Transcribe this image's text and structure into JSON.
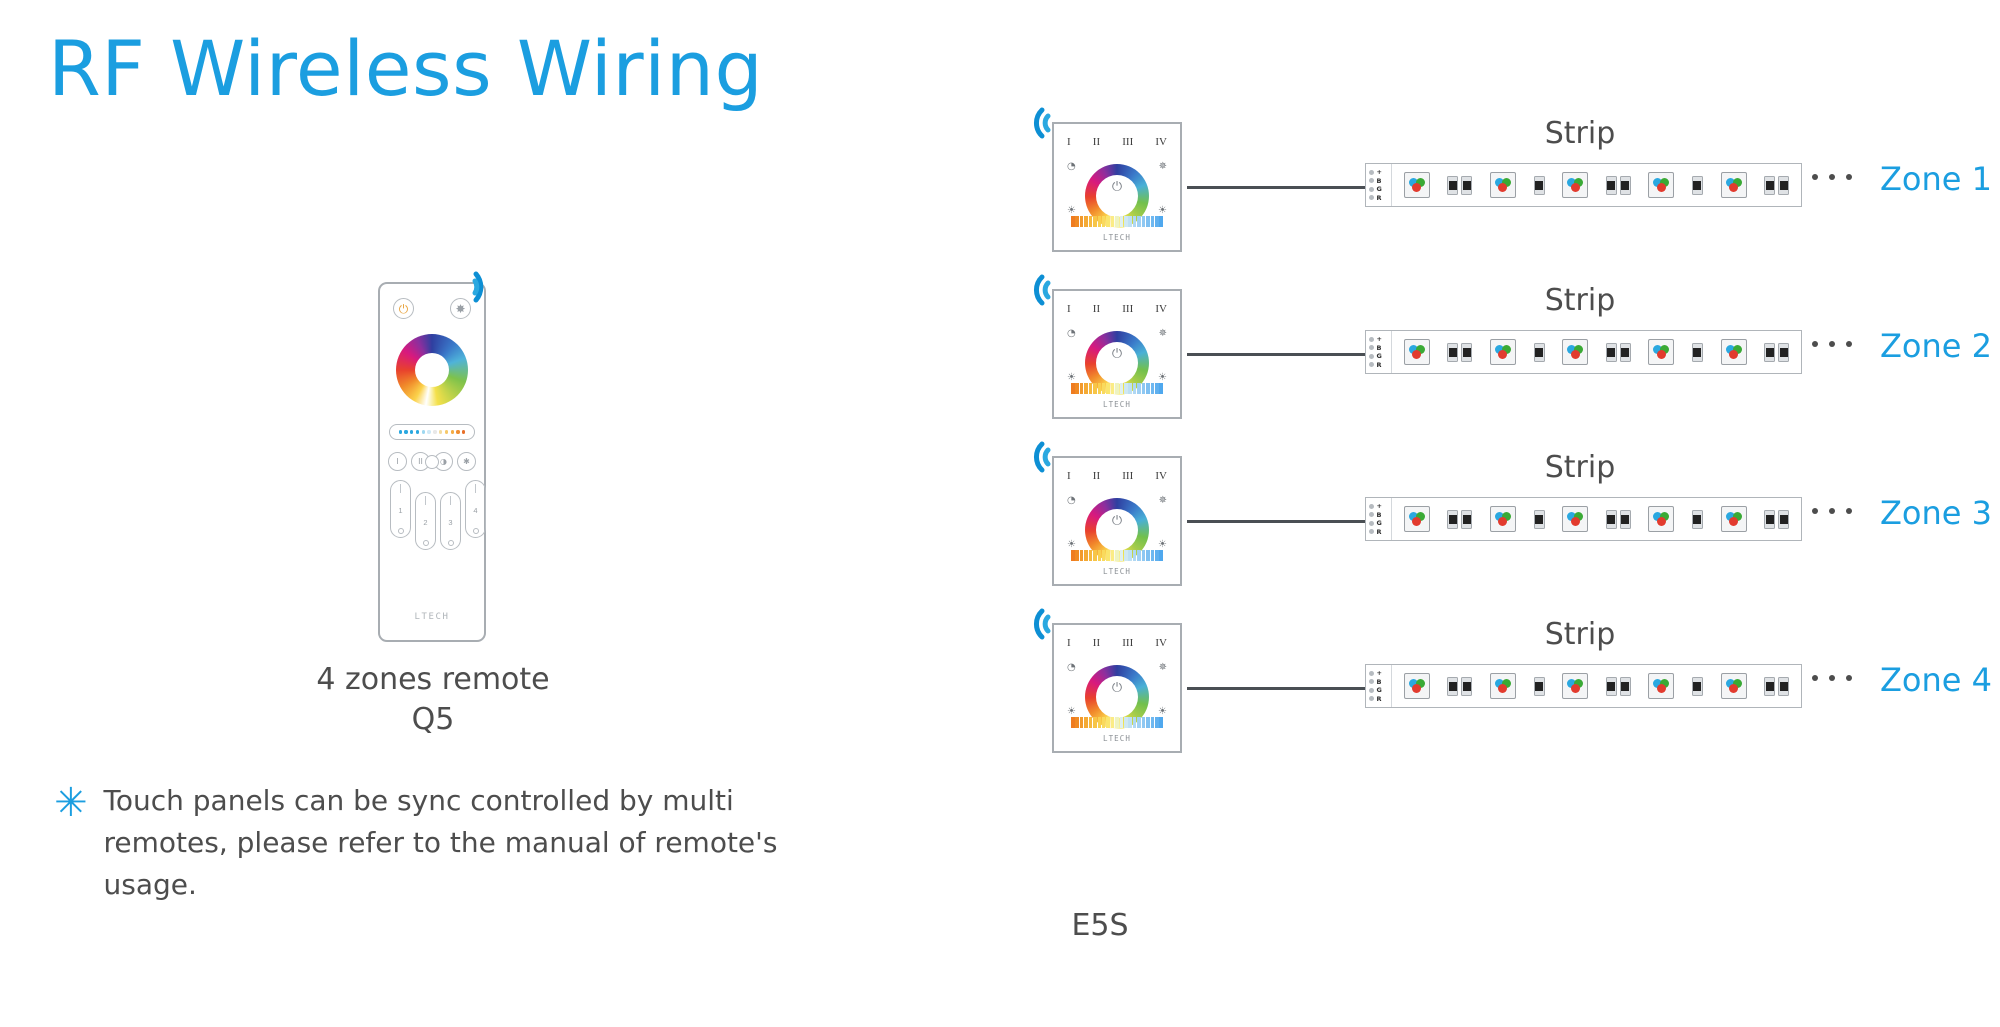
{
  "title": "RF Wireless Wiring",
  "accent_color": "#1b9ee0",
  "text_color": "#4d4d4d",
  "remote": {
    "caption": "4 zones remote",
    "model": "Q5",
    "brand": "LTECH",
    "power_icon": "power-icon",
    "settings_icon": "gear-icon",
    "rf_icon": "rf-signal-icon",
    "mode_buttons": [
      "I",
      "II",
      "◑",
      "✱"
    ],
    "zone_buttons": [
      "1",
      "2",
      "3",
      "4"
    ],
    "slider_dots": [
      "#2aa8e0",
      "#2aa8e0",
      "#2aa8e0",
      "#2aa8e0",
      "#9fd8f0",
      "#cfe9f7",
      "#e8e8e8",
      "#f3dca0",
      "#f6c96a",
      "#f4ad45",
      "#ef8f33",
      "#e8702a"
    ]
  },
  "note": {
    "marker": "✳",
    "text": "Touch panels can be sync controlled by multi remotes, please refer to the manual of remote's usage."
  },
  "panel": {
    "caption": "E5S",
    "brand": "LTECH",
    "romans": [
      "I",
      "II",
      "III",
      "IV"
    ],
    "power_icon": "power-icon",
    "icon_top_left": "timer-icon",
    "icon_top_right": "snowflake-icon",
    "icon_bottom_left": "brightness-icon",
    "icon_bottom_right": "brightness-icon",
    "rf_icon": "rf-signal-icon",
    "ct_bar_colors": [
      "#ef7c20",
      "#f08a23",
      "#f29a2c",
      "#f4aa35",
      "#f6b93e",
      "#f7c547",
      "#f8d050",
      "#f9da5d",
      "#fae56d",
      "#fbec85",
      "#eef3c0",
      "#dfeff0",
      "#cfe8f2",
      "#bfe0f3",
      "#b0d8f3",
      "#a0d0f3",
      "#8fc8f2",
      "#7fc0f1",
      "#6fb8f0",
      "#5fb0ef",
      "#4fa8ee"
    ]
  },
  "rows": [
    {
      "strip_label": "Strip",
      "zone_label": "Zone 1",
      "ellipsis": "• • •",
      "pads": [
        "+",
        "B",
        "G",
        "R"
      ]
    },
    {
      "strip_label": "Strip",
      "zone_label": "Zone 2",
      "ellipsis": "• • •",
      "pads": [
        "+",
        "B",
        "G",
        "R"
      ]
    },
    {
      "strip_label": "Strip",
      "zone_label": "Zone 3",
      "ellipsis": "• • •",
      "pads": [
        "+",
        "B",
        "G",
        "R"
      ]
    },
    {
      "strip_label": "Strip",
      "zone_label": "Zone 4",
      "ellipsis": "• • •",
      "pads": [
        "+",
        "B",
        "G",
        "R"
      ]
    }
  ]
}
